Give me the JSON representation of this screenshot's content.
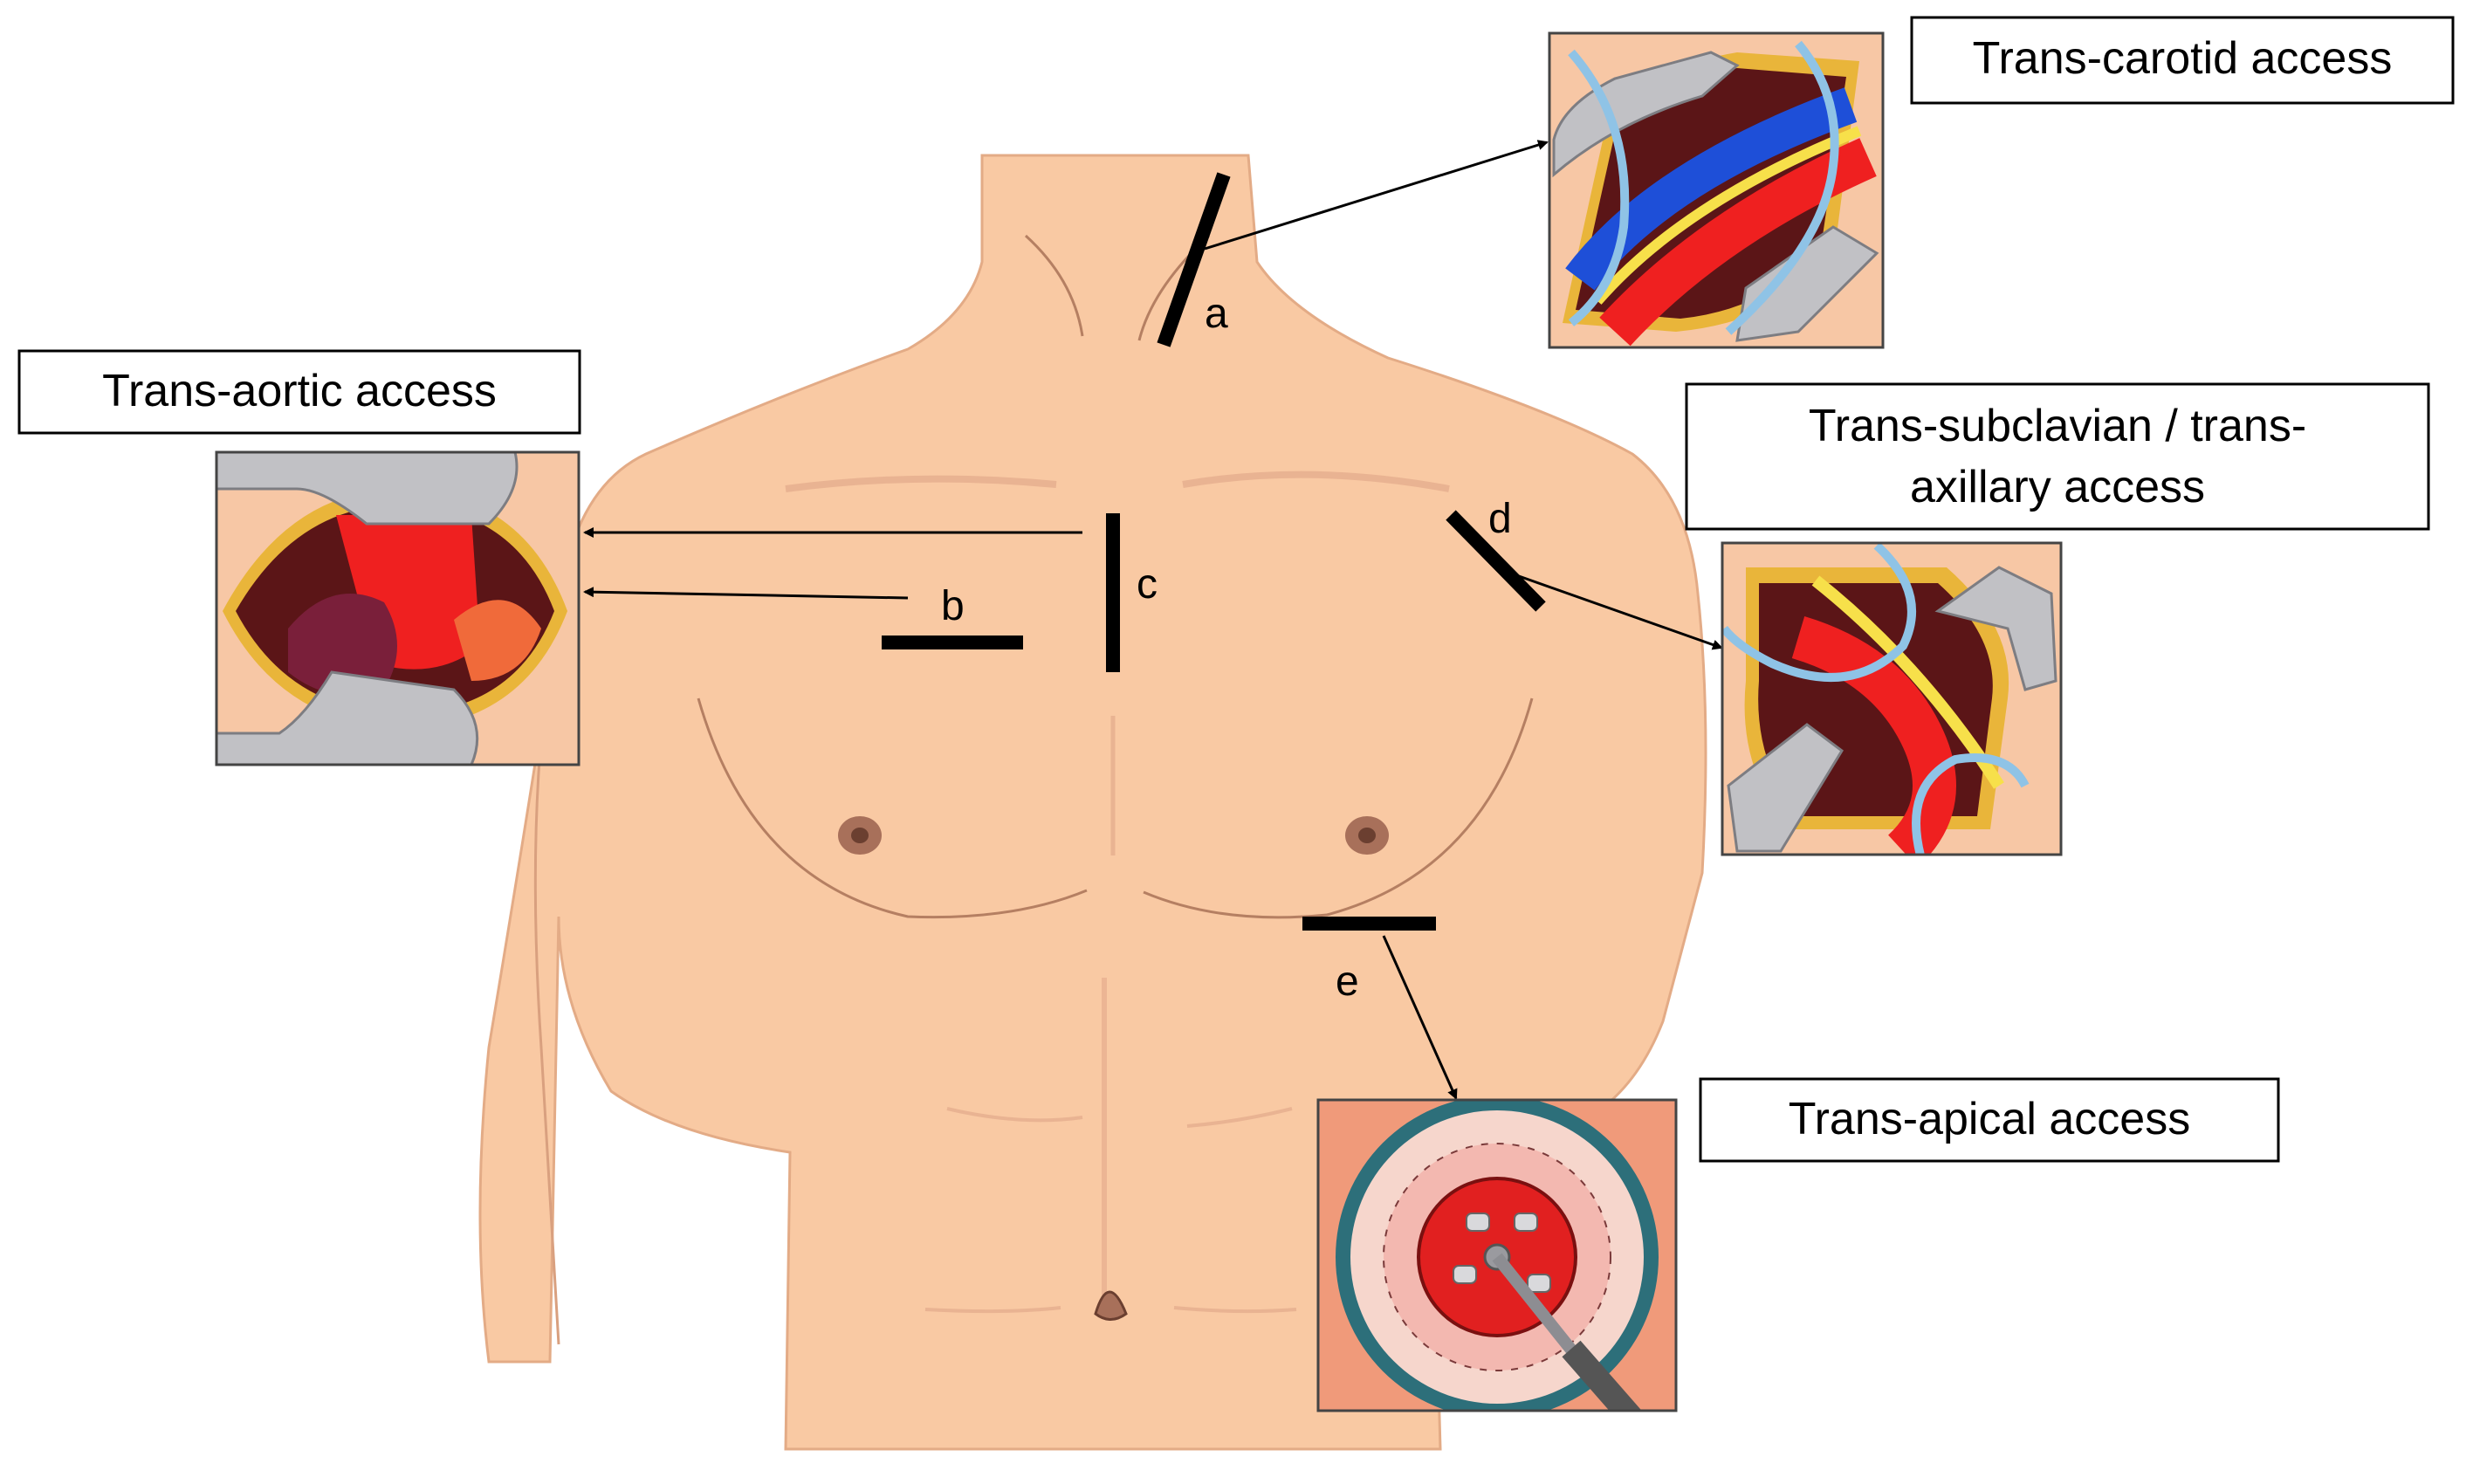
{
  "callouts": {
    "carotid": "Trans-carotid access",
    "aortic": "Trans-aortic access",
    "subclavian_line1": "Trans-subclavian / trans-",
    "subclavian_line2": "axillary access",
    "apical": "Trans-apical access"
  },
  "incisions": {
    "a": "a",
    "b": "b",
    "c": "c",
    "d": "d",
    "e": "e"
  },
  "colors": {
    "skin": "#f9c9a3",
    "skin_line": "#d9a07f",
    "artery": "#ef2020",
    "vein": "#1e4fd8",
    "nerve": "#f7e04a",
    "retractor": "#b9b9bd",
    "vessel_loop": "#8fc3e6",
    "muscle": "#7a1f22",
    "fat": "#e9b53a",
    "apex_ring": "#2d6f7a"
  }
}
